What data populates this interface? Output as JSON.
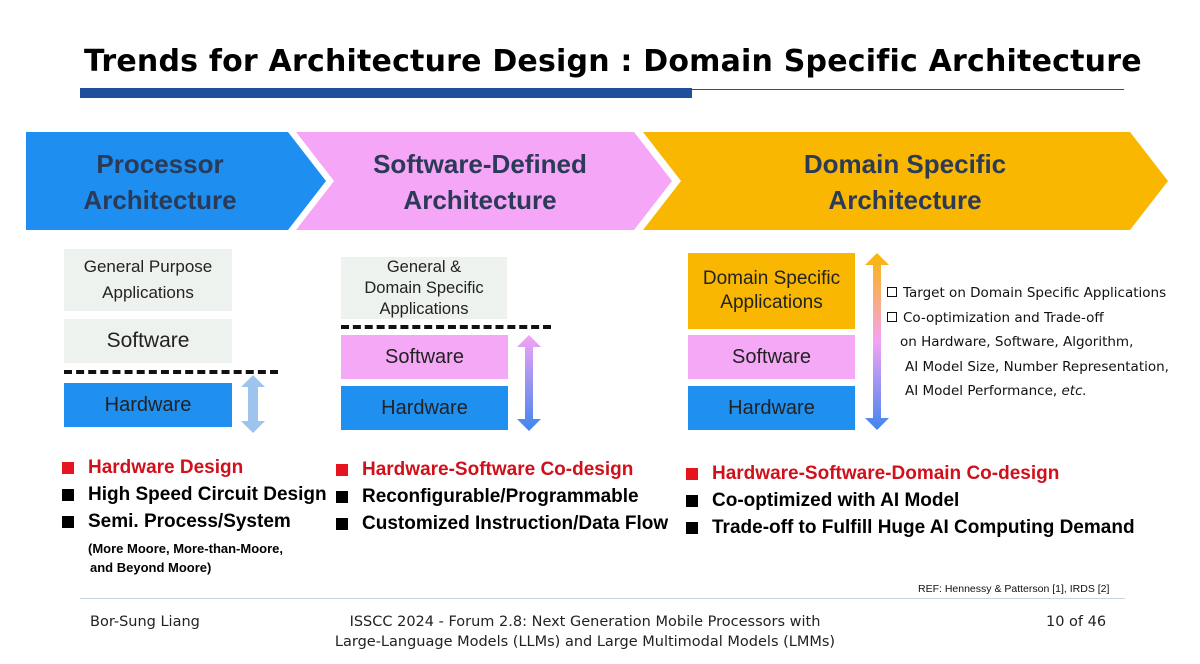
{
  "slide": {
    "title": "Trends for Architecture Design : Domain Specific Architecture",
    "colors": {
      "accent_rule": "#1f4e9c",
      "chevron_1": "#1e8ff0",
      "chevron_2": "#f6a6f6",
      "chevron_3": "#f9b701",
      "highlight_red": "#d0101a"
    }
  },
  "chevrons": [
    {
      "line1": "Processor",
      "line2": "Architecture"
    },
    {
      "line1": "Software-Defined",
      "line2": "Architecture"
    },
    {
      "line1": "Domain Specific",
      "line2": "Architecture"
    }
  ],
  "stacks": {
    "processor": {
      "apps": [
        "General Purpose",
        "Applications"
      ],
      "software": "Software",
      "hardware": "Hardware"
    },
    "software_defined": {
      "apps": [
        "General &",
        "Domain Specific",
        "Applications"
      ],
      "software": "Software",
      "hardware": "Hardware"
    },
    "domain_specific": {
      "apps": [
        "Domain Specific",
        "Applications"
      ],
      "software": "Software",
      "hardware": "Hardware"
    }
  },
  "dsa_notes": [
    "Target on Domain Specific Applications",
    "Co-optimization and Trade-off",
    "on Hardware, Software, Algorithm,",
    "AI Model Size, Number Representation,",
    "AI Model Performance, ",
    "etc."
  ],
  "bullets": {
    "col1": [
      "Hardware Design",
      "High Speed Circuit Design",
      "Semi. Process/System"
    ],
    "col1_sub": [
      "(More Moore, More-than-Moore,",
      "and Beyond Moore)"
    ],
    "col2": [
      "Hardware-Software Co-design",
      "Reconfigurable/Programmable",
      "Customized Instruction/Data Flow"
    ],
    "col3": [
      "Hardware-Software-Domain Co-design",
      "Co-optimized with AI Model",
      "Trade-off to Fulfill Huge AI Computing Demand"
    ]
  },
  "reference": "REF: Hennessy & Patterson [1], IRDS [2]",
  "footer": {
    "author": "Bor-Sung Liang",
    "event_line1": "ISSCC 2024 - Forum 2.8: Next Generation Mobile Processors with",
    "event_line2": "Large-Language Models (LLMs) and Large Multimodal Models (LMMs)",
    "page": "10 of 46"
  }
}
